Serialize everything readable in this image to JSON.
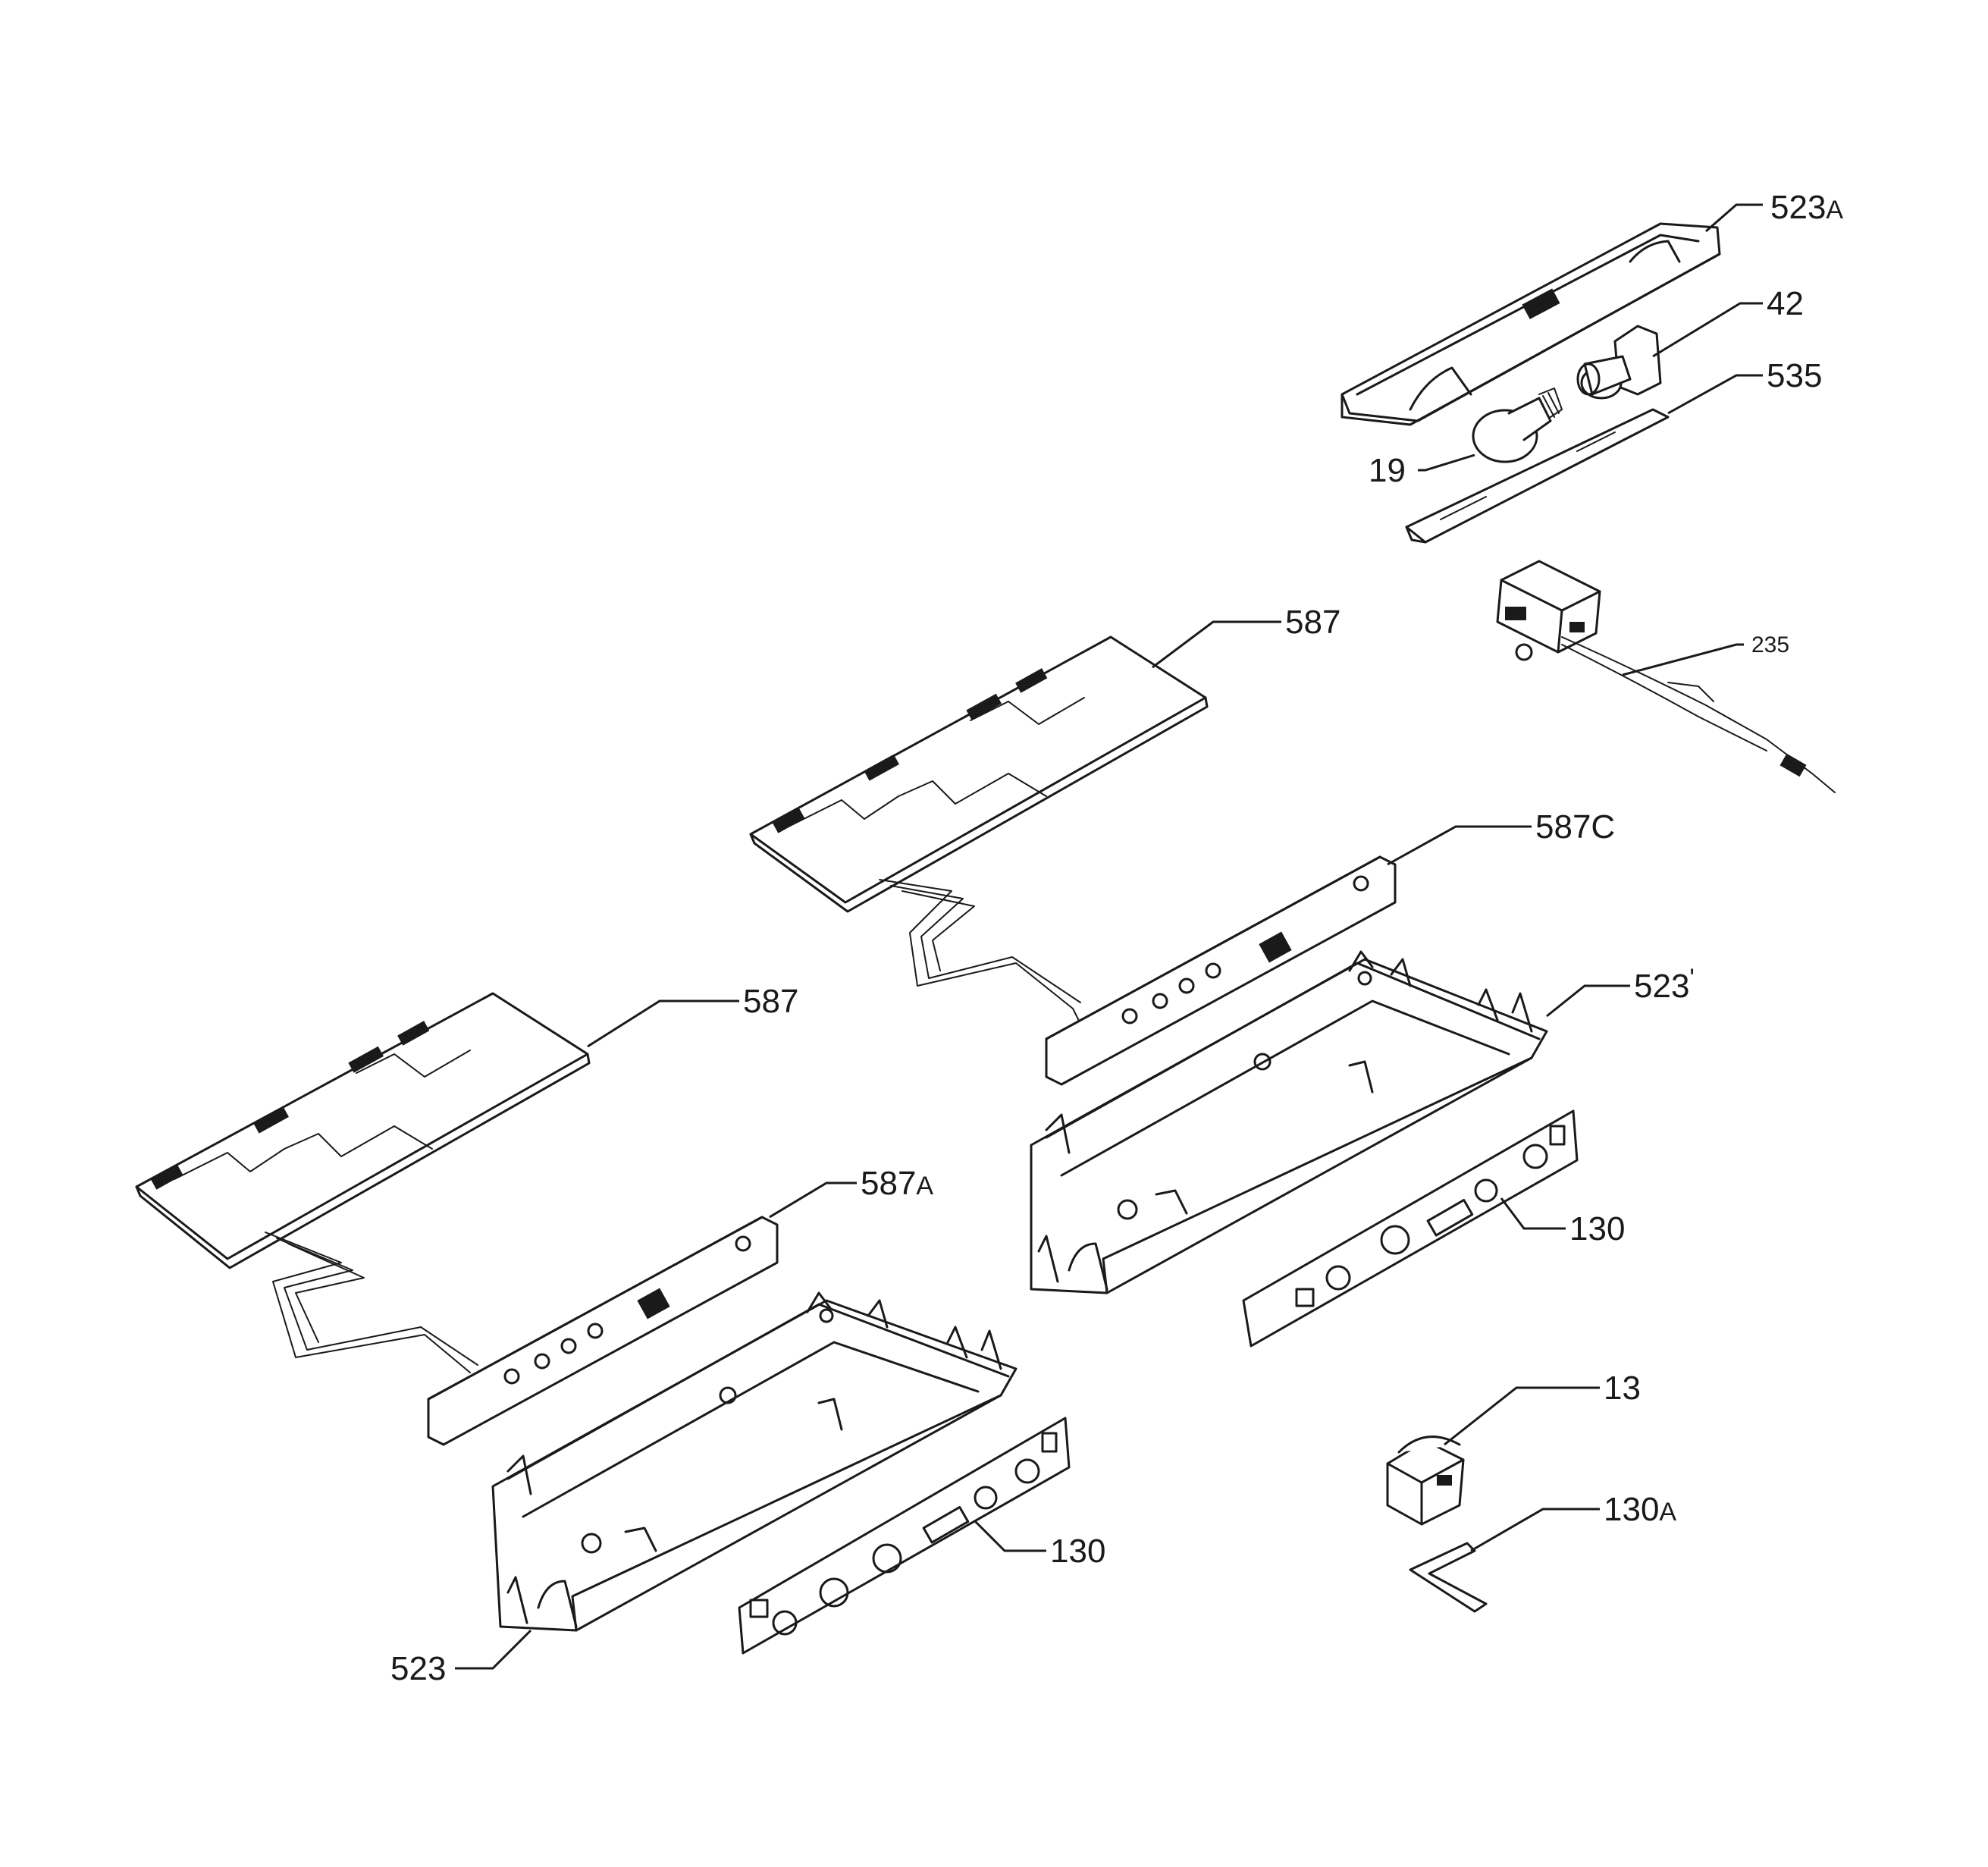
{
  "labels": {
    "l523A": {
      "num": "523",
      "suffix": "A"
    },
    "l42": {
      "num": "42",
      "suffix": ""
    },
    "l535": {
      "num": "535",
      "suffix": ""
    },
    "l19": {
      "num": "19",
      "suffix": ""
    },
    "l235": {
      "num": "235",
      "suffix": ""
    },
    "l587top": {
      "num": "587",
      "suffix": ""
    },
    "l587C": {
      "num": "587C",
      "suffix": ""
    },
    "l523right": {
      "num": "523",
      "suffix": "'"
    },
    "l587left": {
      "num": "587",
      "suffix": ""
    },
    "l587A": {
      "num": "587",
      "suffix": "A"
    },
    "l130right": {
      "num": "130",
      "suffix": ""
    },
    "l13": {
      "num": "13",
      "suffix": ""
    },
    "l130A": {
      "num": "130",
      "suffix": "A"
    },
    "l130left": {
      "num": "130",
      "suffix": ""
    },
    "l523left": {
      "num": "523",
      "suffix": ""
    }
  }
}
